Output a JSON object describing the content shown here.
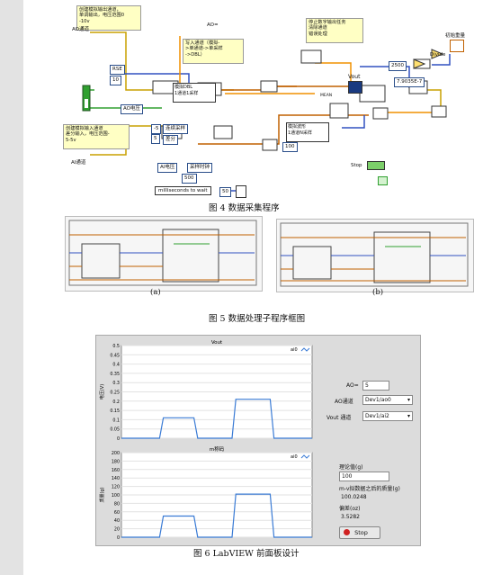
{
  "fig4": {
    "caption": "图 4 数据采集程序",
    "note_ao": "创建模拟输出通道，\n单调输出，电压范围0\n-10v",
    "note_ai": "创建模拟输入通道\n差分输入，电压范围-\n5-5v",
    "note_stop": "停止数字输出任务\n清除通道\n错误处理",
    "note_write": "写入通道（模拟-\n>单通道->单采样\n->DBL）",
    "label_ao_channel": "AO通道",
    "label_ai_channel": "AI通道",
    "label_ao_eq": "AO=",
    "label_rse": "RSE",
    "val_rse": "10",
    "val_pm5": "-5",
    "val_5": "5",
    "label_ao_voltage": "AO电压",
    "label_ai_voltage": "AI电压",
    "label_sample_clock": "采样时钟",
    "label_sim_dbl": "模拟DBL\n1通道1采样",
    "label_sim_wave": "模拟波形\n1通道N采样",
    "label_continuous": "连续采样",
    "label_diff": "差分",
    "val_500": "500",
    "val_100": "100",
    "label_vout": "Vout",
    "label_mean": "MEAN",
    "val_2500": "2500",
    "val_k": "7.9035E-7",
    "label_divide": "Divide",
    "label_initial_weight": "初始重量",
    "label_stop": "Stop",
    "label_wait": "milliseconds to wait",
    "val_wait": "50"
  },
  "fig5": {
    "caption": "图 5 数据处理子程序框图",
    "label_a": "(a)",
    "label_b": "(b)"
  },
  "fig6": {
    "caption": "图 6 LabVIEW 前面板设计",
    "chart_data": [
      {
        "type": "line",
        "title": "Vout",
        "ylabel": "电压(V)",
        "legend": "ai0",
        "ylim": [
          0,
          0.5
        ],
        "yticks": [
          "0.5",
          "0.45",
          "0.4",
          "0.35",
          "0.3",
          "0.25",
          "0.2",
          "0.15",
          "0.1",
          "0.05",
          "0"
        ],
        "series": [
          {
            "name": "ai0",
            "steps": [
              [
                0,
                0
              ],
              [
                0.2,
                0
              ],
              [
                0.22,
                0.11
              ],
              [
                0.38,
                0.11
              ],
              [
                0.4,
                0
              ],
              [
                0.58,
                0
              ],
              [
                0.6,
                0.21
              ],
              [
                0.78,
                0.21
              ],
              [
                0.8,
                0
              ],
              [
                1,
                0
              ]
            ]
          }
        ]
      },
      {
        "type": "line",
        "title": "m称码",
        "ylabel": "质量(g)",
        "legend": "ai0",
        "ylim": [
          0,
          200
        ],
        "yticks": [
          "200",
          "180",
          "160",
          "140",
          "120",
          "100",
          "80",
          "60",
          "40",
          "20",
          "0"
        ],
        "series": [
          {
            "name": "ai0",
            "steps": [
              [
                0,
                0
              ],
              [
                0.2,
                0
              ],
              [
                0.22,
                50
              ],
              [
                0.38,
                50
              ],
              [
                0.4,
                0
              ],
              [
                0.58,
                0
              ],
              [
                0.6,
                102
              ],
              [
                0.78,
                102
              ],
              [
                0.8,
                0
              ],
              [
                1,
                0
              ]
            ]
          }
        ]
      }
    ],
    "ao_label": "AO=",
    "ao_value": "5",
    "ao_channel_label": "AO通道",
    "ao_channel_value": "Dev1/ao0",
    "vout_channel_label": "Vout 通道",
    "vout_channel_value": "Dev1/ai2",
    "theory_label": "理论值(g)",
    "theory_value": "100",
    "measured_label": "m-v拟数据之后的质量(g)",
    "measured_value": "100.0248",
    "deviation_label": "偏差(oz)",
    "deviation_value": "3.5282",
    "stop_label": "Stop"
  }
}
